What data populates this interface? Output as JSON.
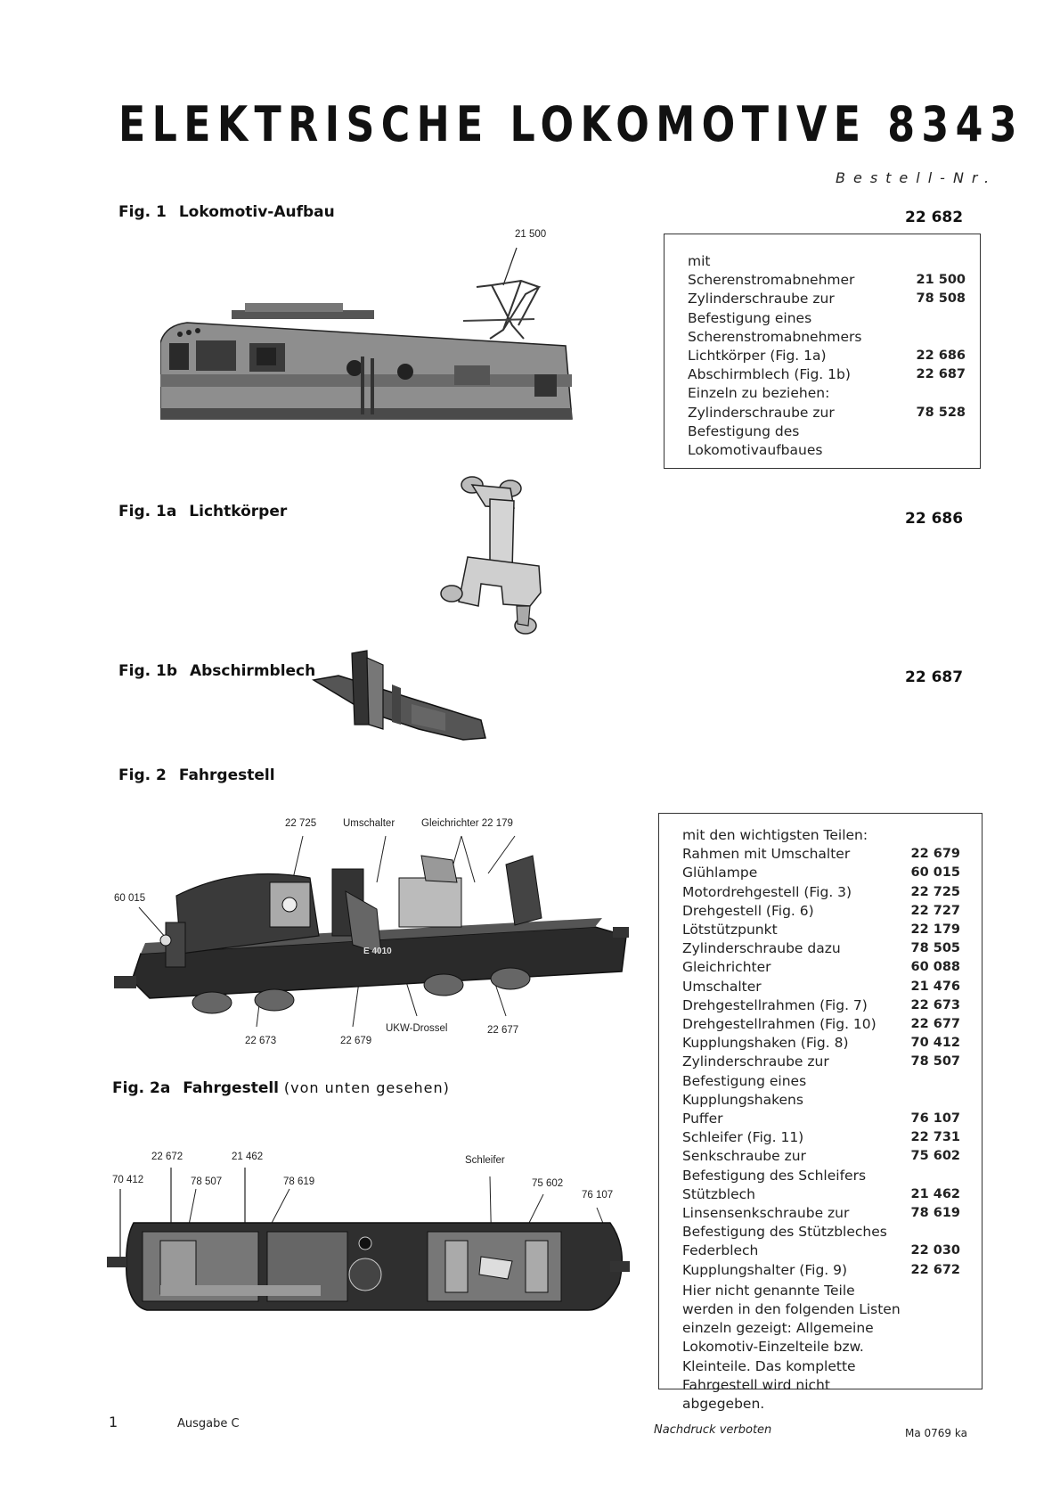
{
  "header": {
    "title": "ELEKTRISCHE LOKOMOTIVE 8343",
    "bestell_label": "Bestell-Nr."
  },
  "fig1": {
    "label": "Fig. 1",
    "name": "Lokomotiv-Aufbau",
    "part_no": "22 682",
    "callout": "21 500",
    "box": {
      "intro": "mit",
      "items": [
        {
          "text": "Scherenstromabnehmer",
          "value": "21 500"
        },
        {
          "text": "Zylinderschraube zur Befestigung eines Scherenstromabnehmers",
          "value": "78 508"
        },
        {
          "text": "Lichtkörper (Fig. 1a)",
          "value": "22 686"
        },
        {
          "text": "Abschirmblech (Fig. 1b)",
          "value": "22 687"
        },
        {
          "text": "Einzeln zu beziehen:",
          "value": ""
        },
        {
          "text": "Zylinderschraube zur Befestigung des Lokomotivaufbaues",
          "value": "78 528"
        }
      ]
    }
  },
  "fig1a": {
    "label": "Fig. 1a",
    "name": "Lichtkörper",
    "part_no": "22 686"
  },
  "fig1b": {
    "label": "Fig. 1b",
    "name": "Abschirmblech",
    "part_no": "22 687"
  },
  "fig2": {
    "label": "Fig. 2",
    "name": "Fahrgestell",
    "callouts": [
      "22 725",
      "Umschalter",
      "Gleichrichter 22 179",
      "60 015",
      "22 673",
      "22 679",
      "UKW-Drossel",
      "22 677"
    ],
    "box": {
      "intro": "mit den wichtigsten Teilen:",
      "items": [
        {
          "text": "Rahmen mit Umschalter",
          "value": "22 679"
        },
        {
          "text": "Glühlampe",
          "value": "60 015"
        },
        {
          "text": "Motordrehgestell (Fig. 3)",
          "value": "22 725"
        },
        {
          "text": "Drehgestell (Fig. 6)",
          "value": "22 727"
        },
        {
          "text": "Lötstützpunkt",
          "value": "22 179"
        },
        {
          "text": "Zylinderschraube dazu",
          "value": "78 505"
        },
        {
          "text": "Gleichrichter",
          "value": "60 088"
        },
        {
          "text": "Umschalter",
          "value": "21 476"
        },
        {
          "text": "Drehgestellrahmen (Fig. 7)",
          "value": "22 673"
        },
        {
          "text": "Drehgestellrahmen (Fig. 10)",
          "value": "22 677"
        },
        {
          "text": "Kupplungshaken (Fig. 8)",
          "value": "70 412"
        },
        {
          "text": "Zylinderschraube zur Befestigung eines Kupplungshakens",
          "value": "78 507"
        },
        {
          "text": "Puffer",
          "value": "76 107"
        },
        {
          "text": "Schleifer (Fig. 11)",
          "value": "22 731"
        },
        {
          "text": "Senkschraube zur Befestigung des Schleifers",
          "value": "75 602"
        },
        {
          "text": "Stützblech",
          "value": "21 462"
        },
        {
          "text": "Linsensenkschraube zur Befestigung des Stützbleches",
          "value": "78 619"
        },
        {
          "text": "Federblech",
          "value": "22 030"
        },
        {
          "text": "Kupplungshalter (Fig. 9)",
          "value": "22 672"
        }
      ],
      "note": "Hier nicht genannte Teile werden in den folgenden Listen einzeln gezeigt: Allgemeine Lokomotiv-Einzelteile bzw. Kleinteile. Das komplette Fahrgestell wird nicht abgegeben."
    }
  },
  "fig2a": {
    "label": "Fig. 2a",
    "name": "Fahrgestell",
    "extra": "(von unten gesehen)",
    "callouts": [
      "22 672",
      "21 462",
      "70 412",
      "78 507",
      "78 619",
      "Schleifer",
      "75 602",
      "76 107"
    ]
  },
  "footer": {
    "page": "1",
    "edition": "Ausgabe C",
    "notice": "Nachdruck verboten",
    "code": "Ma 0769 ka"
  }
}
